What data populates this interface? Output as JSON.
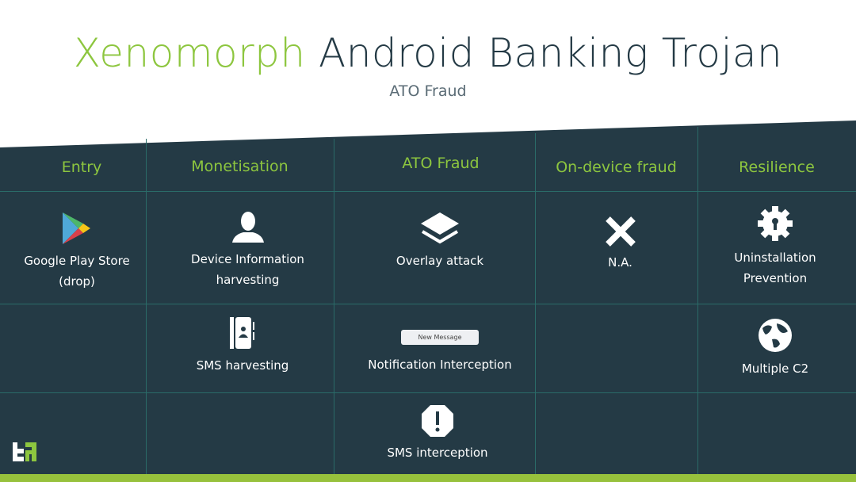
{
  "title": {
    "accent": "Xenomorph",
    "rest": "Android Banking Trojan"
  },
  "subtitle": "ATO Fraud",
  "columns": [
    "Entry",
    "Monetisation",
    "ATO Fraud",
    "On-device fraud",
    "Resilience"
  ],
  "cells": {
    "entry_1": {
      "line1": "Google Play Store",
      "line2": "(drop)"
    },
    "mon_1": {
      "line1": "Device Information",
      "line2": "harvesting"
    },
    "mon_2": "SMS harvesting",
    "ato_1": "Overlay attack",
    "ato_2": {
      "badge": "New Message",
      "label": "Notification Interception"
    },
    "ato_3": "SMS interception",
    "odf_1": "N.A.",
    "res_1": {
      "line1": "Uninstallation",
      "line2": "Prevention"
    },
    "res_2": "Multiple C2"
  },
  "colors": {
    "band": "#243a45",
    "accent": "#8dc63f"
  }
}
